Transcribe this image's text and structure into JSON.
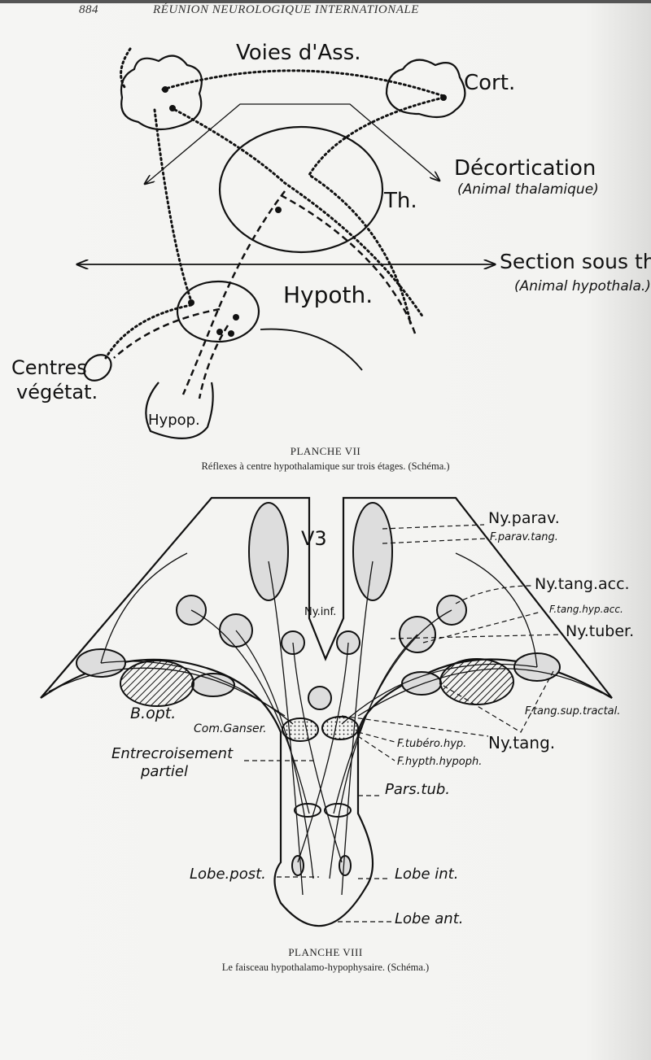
{
  "header": {
    "page_number": "884",
    "running_title": "RÉUNION NEUROLOGIQUE INTERNATIONALE"
  },
  "plate7": {
    "title": "PLANCHE VII",
    "caption": "Réflexes à centre hypothalamique sur trois étages. (Schéma.)",
    "labels": {
      "voies": "Voies d'Ass.",
      "cort": "Cort.",
      "th": "Th.",
      "decortication": "Décortication",
      "animal_thalamique": "(Animal thalamique)",
      "section": "Section sous thal.",
      "animal_hypothala": "(Animal hypothala.)",
      "hypoth": "Hypoth.",
      "centres": "Centres",
      "vegetat": "végétat.",
      "hypop": "Hypop."
    }
  },
  "plate8": {
    "title": "PLANCHE VIII",
    "caption": "Le faisceau hypothalamo-hypophysaire. (Schéma.)",
    "labels": {
      "v3": "V3",
      "ny_parav": "Ny.parav.",
      "f_parav_tang": "F.parav.tang.",
      "ny_tang_acc": "Ny.tang.acc.",
      "f_tang_hyp_acc": "F.tang.hyp.acc.",
      "ny_tuber": "Ny.tuber.",
      "ny_inf": "Ny.inf.",
      "f_tang_sup_tractal": "F.tang.sup.tractal.",
      "ny_tang": "Ny.tang.",
      "b_opt": "B.opt.",
      "com_ganser": "Com.Ganser.",
      "entrecroisement": "Entrecroisement",
      "partiel": "partiel",
      "f_tubero_hyp": "F.tubéro.hyp.",
      "f_hypth_hypoph": "F.hypth.hypoph.",
      "pars_tub": "Pars.tub.",
      "lobe_post": "Lobe.post.",
      "lobe_int": "Lobe int.",
      "lobe_ant": "Lobe ant."
    }
  }
}
